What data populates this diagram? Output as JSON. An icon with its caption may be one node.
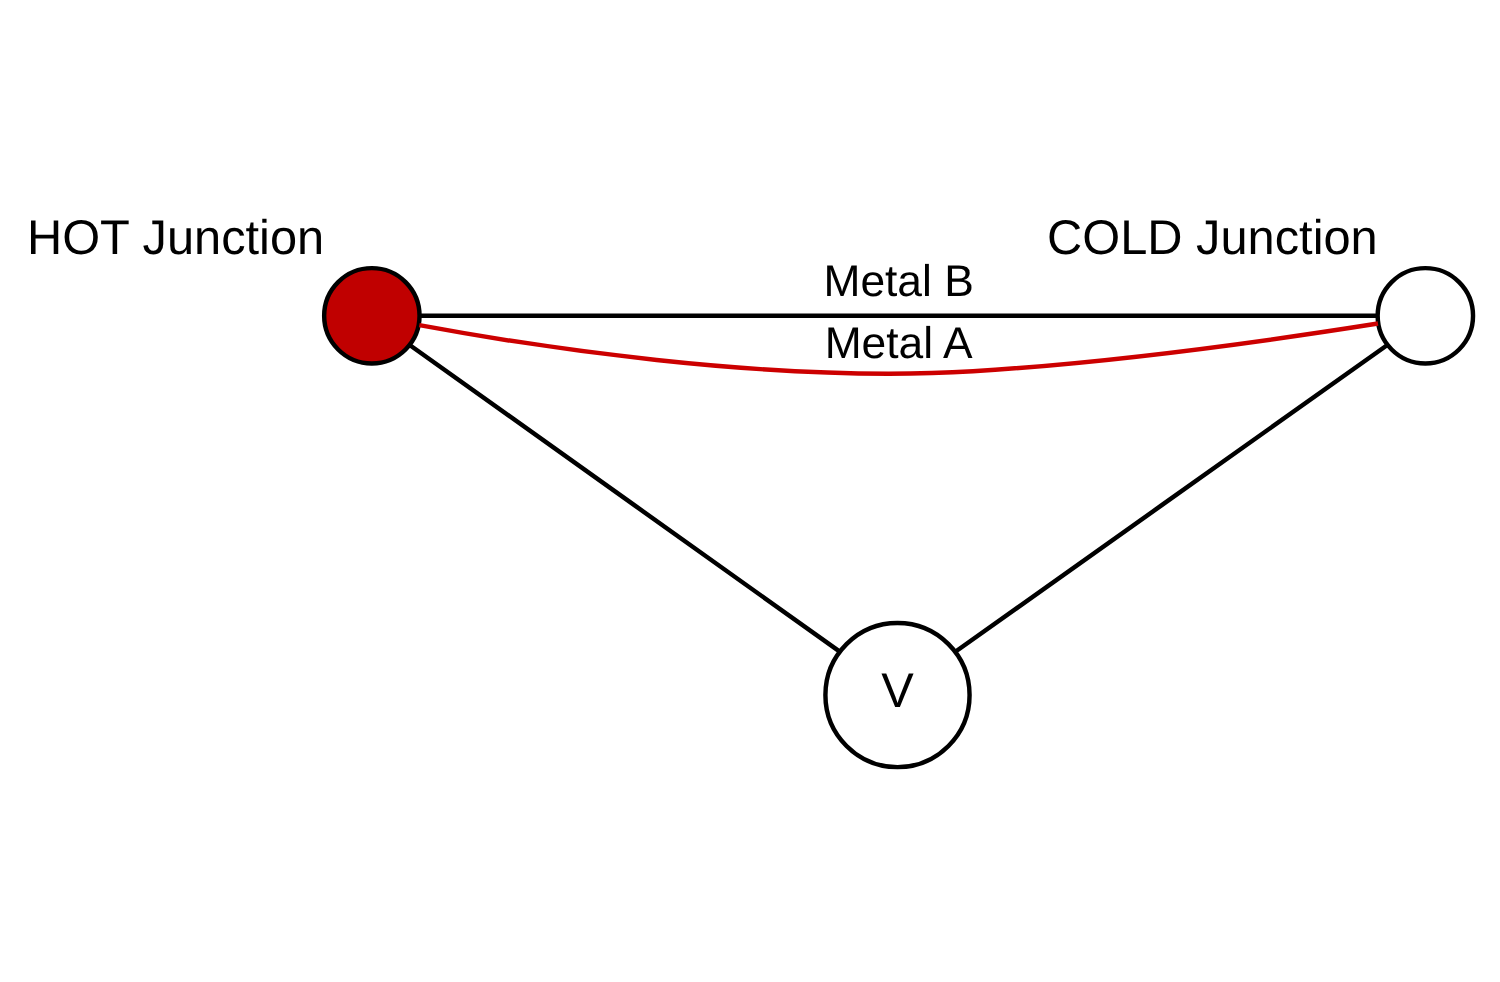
{
  "diagram": {
    "nodes": [
      {
        "text": [],
        "shape": "circle",
        "beside": [
          "HOT Junction"
        ]
      },
      {
        "text": [],
        "shape": "circle",
        "beside": [
          "COLD Junction"
        ]
      },
      {
        "text": [
          "V"
        ]
      }
    ],
    "edges": [
      {
        "from": 0,
        "to": 1,
        "arrow": "none",
        "label": "Metal A",
        "color": "#cc0000"
      },
      {
        "from": 0,
        "to": 1,
        "arrow": "none",
        "label": "Metal B"
      },
      {
        "from": 0,
        "to": 2,
        "arrow": "none"
      },
      {
        "from": 1,
        "to": 2,
        "arrow": "none"
      }
    ]
  }
}
